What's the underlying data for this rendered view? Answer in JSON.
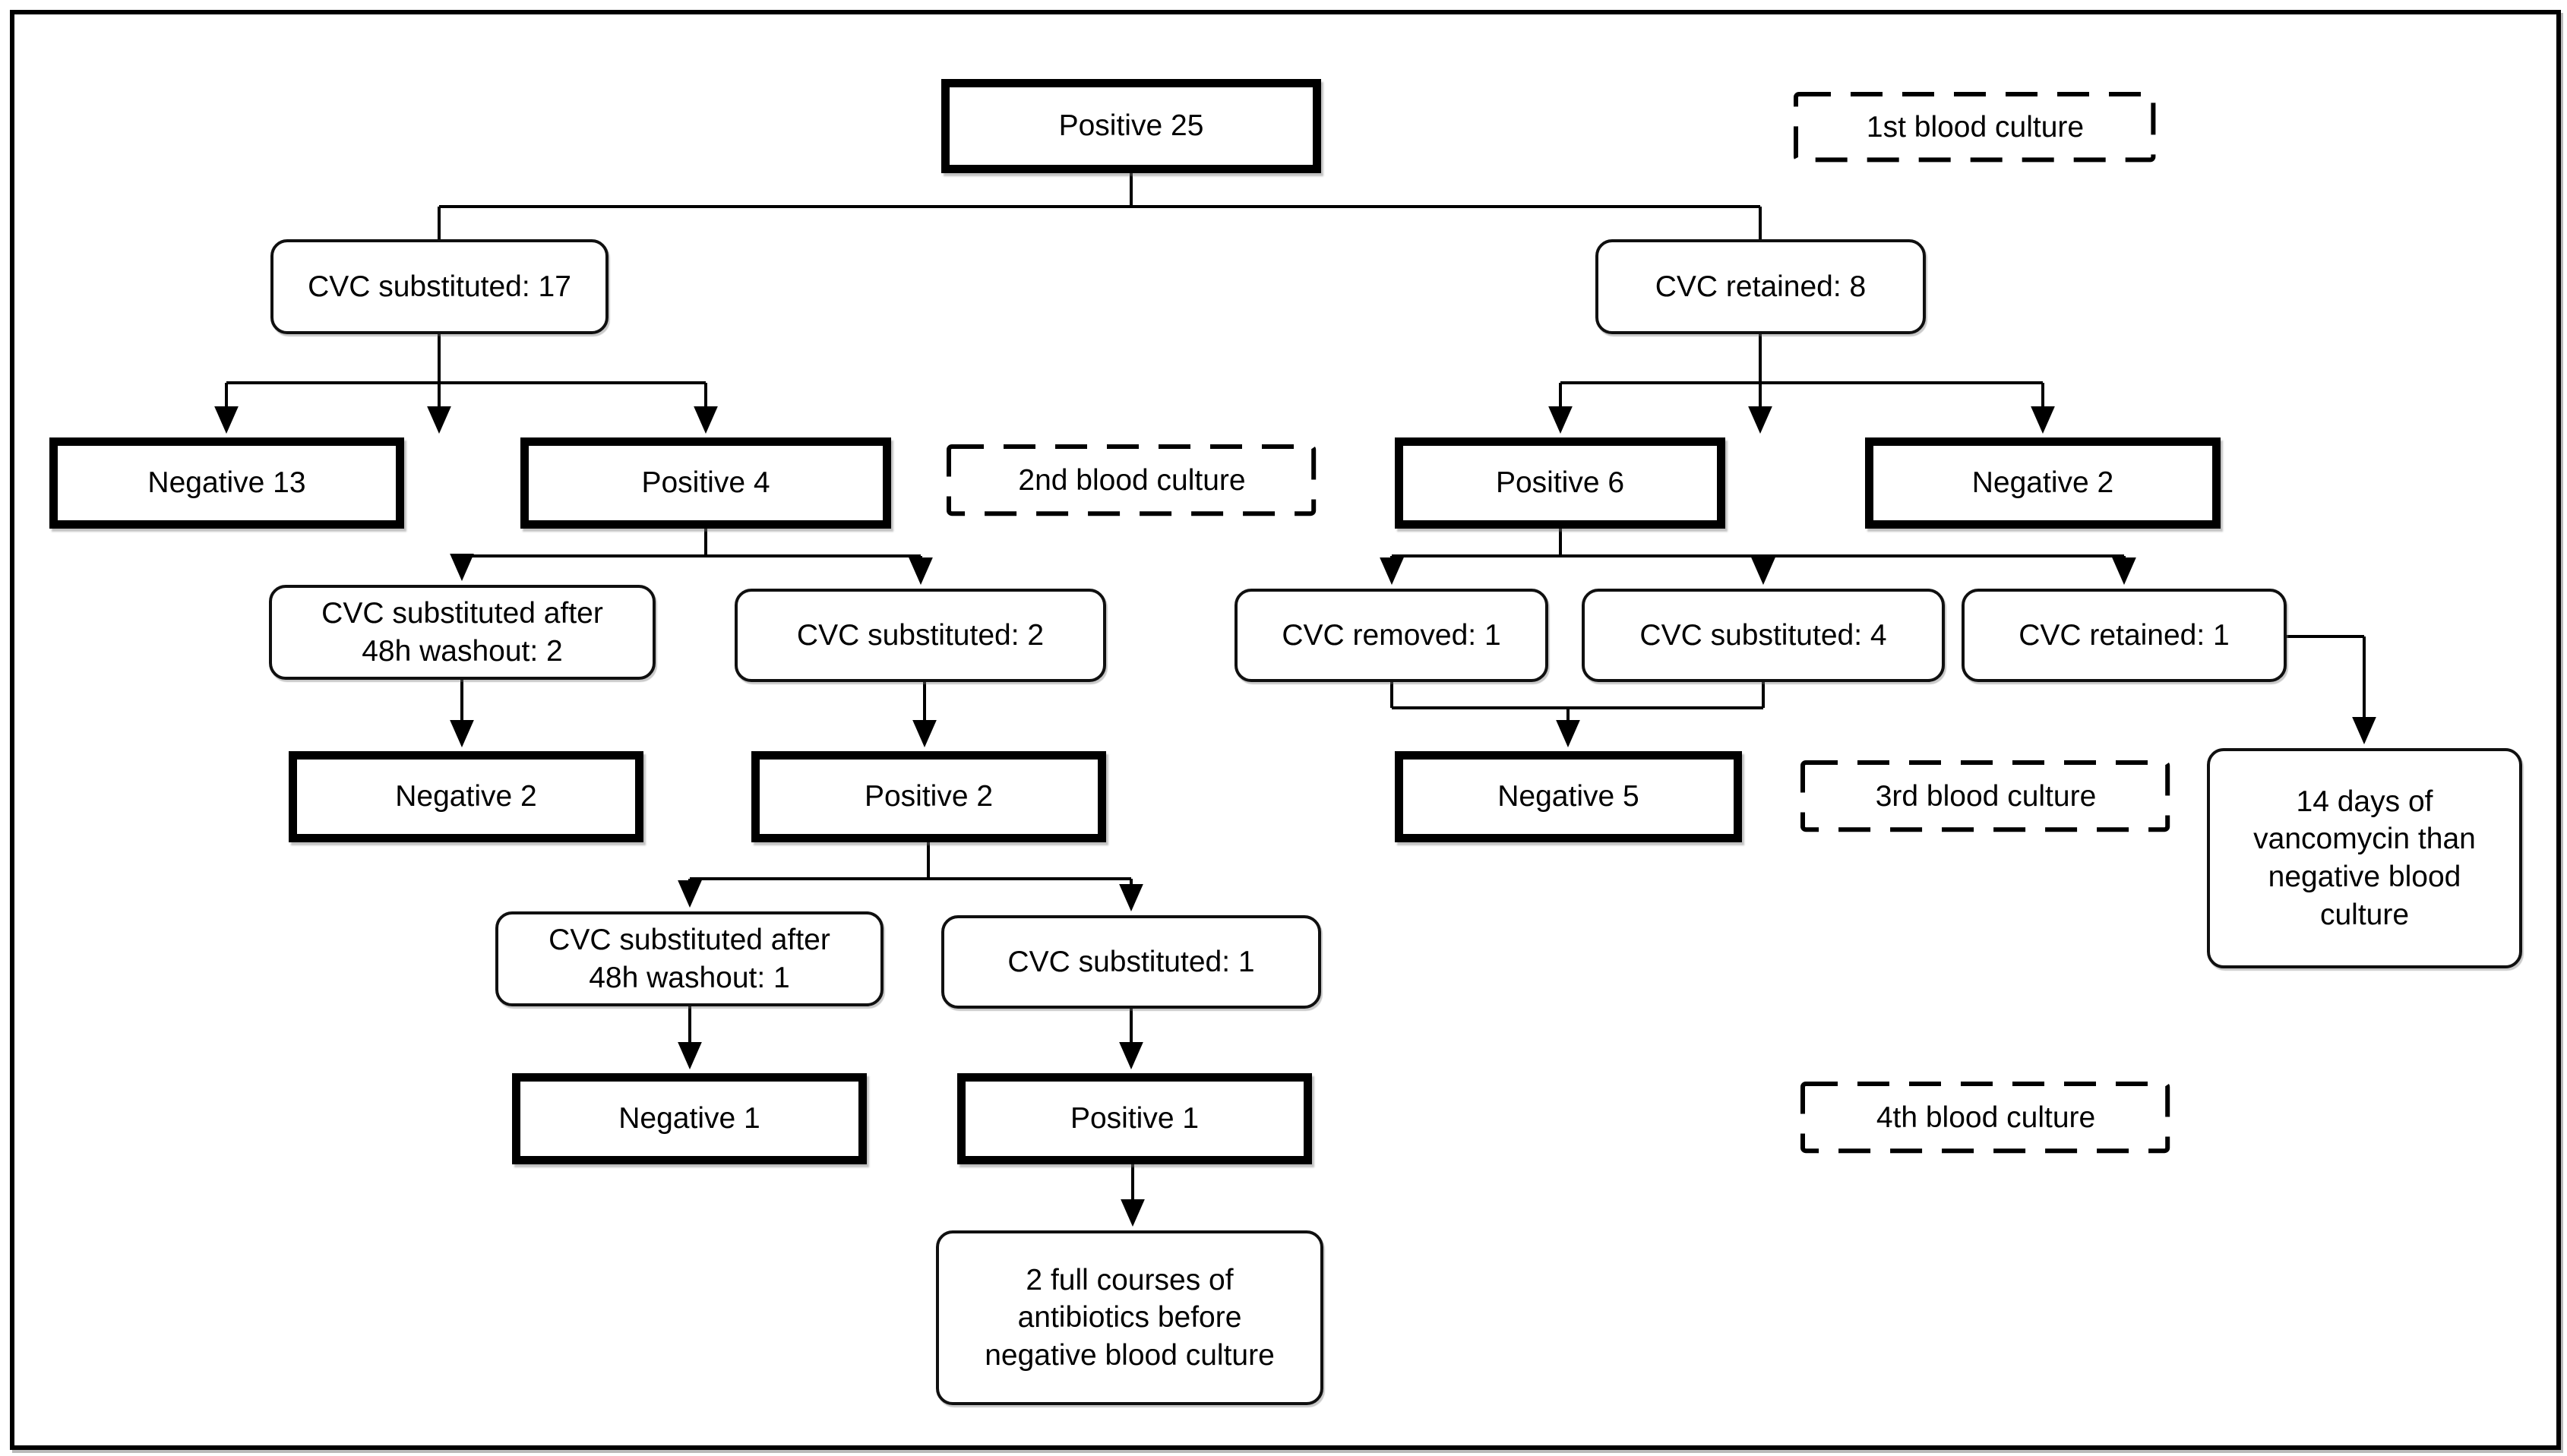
{
  "diagram": {
    "type": "flowchart",
    "topic": "CVC management by blood culture result",
    "colors": {
      "line": "#000000",
      "box_border": "#000000",
      "background": "#ffffff"
    }
  },
  "nodes": {
    "positive25": {
      "label": "Positive 25",
      "style": "bold-result"
    },
    "bc1": {
      "label": "1st blood culture",
      "style": "dashed-annotation"
    },
    "cvc_substituted_17": {
      "label": "CVC substituted: 17",
      "style": "rounded-action"
    },
    "cvc_retained_8": {
      "label": "CVC retained: 8",
      "style": "rounded-action"
    },
    "negative13": {
      "label": "Negative 13",
      "style": "bold-result"
    },
    "positive4": {
      "label": "Positive 4",
      "style": "bold-result"
    },
    "bc2": {
      "label": "2nd blood culture",
      "style": "dashed-annotation"
    },
    "positive6": {
      "label": "Positive 6",
      "style": "bold-result"
    },
    "negative2_right": {
      "label": "Negative 2",
      "style": "bold-result"
    },
    "washout2": {
      "label": "CVC substituted after\n48h washout: 2",
      "style": "rounded-action"
    },
    "cvc_substituted_2": {
      "label": "CVC substituted: 2",
      "style": "rounded-action"
    },
    "cvc_removed_1": {
      "label": "CVC removed: 1",
      "style": "rounded-action"
    },
    "cvc_substituted_4": {
      "label": "CVC substituted: 4",
      "style": "rounded-action"
    },
    "cvc_retained_1": {
      "label": "CVC retained: 1",
      "style": "rounded-action"
    },
    "negative2_left": {
      "label": "Negative 2",
      "style": "bold-result"
    },
    "positive2": {
      "label": "Positive 2",
      "style": "bold-result"
    },
    "negative5": {
      "label": "Negative 5",
      "style": "bold-result"
    },
    "bc3": {
      "label": "3rd blood culture",
      "style": "dashed-annotation"
    },
    "vancomycin": {
      "label": "14 days of\nvancomycin than\nnegative blood\nculture",
      "style": "rounded-note"
    },
    "washout1": {
      "label": "CVC substituted after\n48h washout: 1",
      "style": "rounded-action"
    },
    "cvc_substituted_1": {
      "label": "CVC substituted: 1",
      "style": "rounded-action"
    },
    "negative1": {
      "label": "Negative 1",
      "style": "bold-result"
    },
    "positive1": {
      "label": "Positive 1",
      "style": "bold-result"
    },
    "bc4": {
      "label": "4th blood culture",
      "style": "dashed-annotation"
    },
    "antibiotics": {
      "label": "2 full courses of\nantibiotics before\nnegative blood culture",
      "style": "rounded-note"
    }
  },
  "edges": [
    {
      "from": "positive25",
      "to": "cvc_substituted_17"
    },
    {
      "from": "positive25",
      "to": "cvc_retained_8"
    },
    {
      "from": "cvc_substituted_17",
      "to": "negative13"
    },
    {
      "from": "cvc_substituted_17",
      "to": "positive4"
    },
    {
      "from": "cvc_retained_8",
      "to": "positive6"
    },
    {
      "from": "cvc_retained_8",
      "to": "negative2_right"
    },
    {
      "from": "positive4",
      "to": "washout2"
    },
    {
      "from": "positive4",
      "to": "cvc_substituted_2"
    },
    {
      "from": "positive6",
      "to": "cvc_removed_1"
    },
    {
      "from": "positive6",
      "to": "cvc_substituted_4"
    },
    {
      "from": "positive6",
      "to": "cvc_retained_1"
    },
    {
      "from": "washout2",
      "to": "negative2_left"
    },
    {
      "from": "cvc_substituted_2",
      "to": "positive2"
    },
    {
      "from": "cvc_removed_1",
      "to": "negative5"
    },
    {
      "from": "cvc_substituted_4",
      "to": "negative5"
    },
    {
      "from": "cvc_retained_1",
      "to": "vancomycin"
    },
    {
      "from": "positive2",
      "to": "washout1"
    },
    {
      "from": "positive2",
      "to": "cvc_substituted_1"
    },
    {
      "from": "washout1",
      "to": "negative1"
    },
    {
      "from": "cvc_substituted_1",
      "to": "positive1"
    },
    {
      "from": "positive1",
      "to": "antibiotics"
    }
  ]
}
